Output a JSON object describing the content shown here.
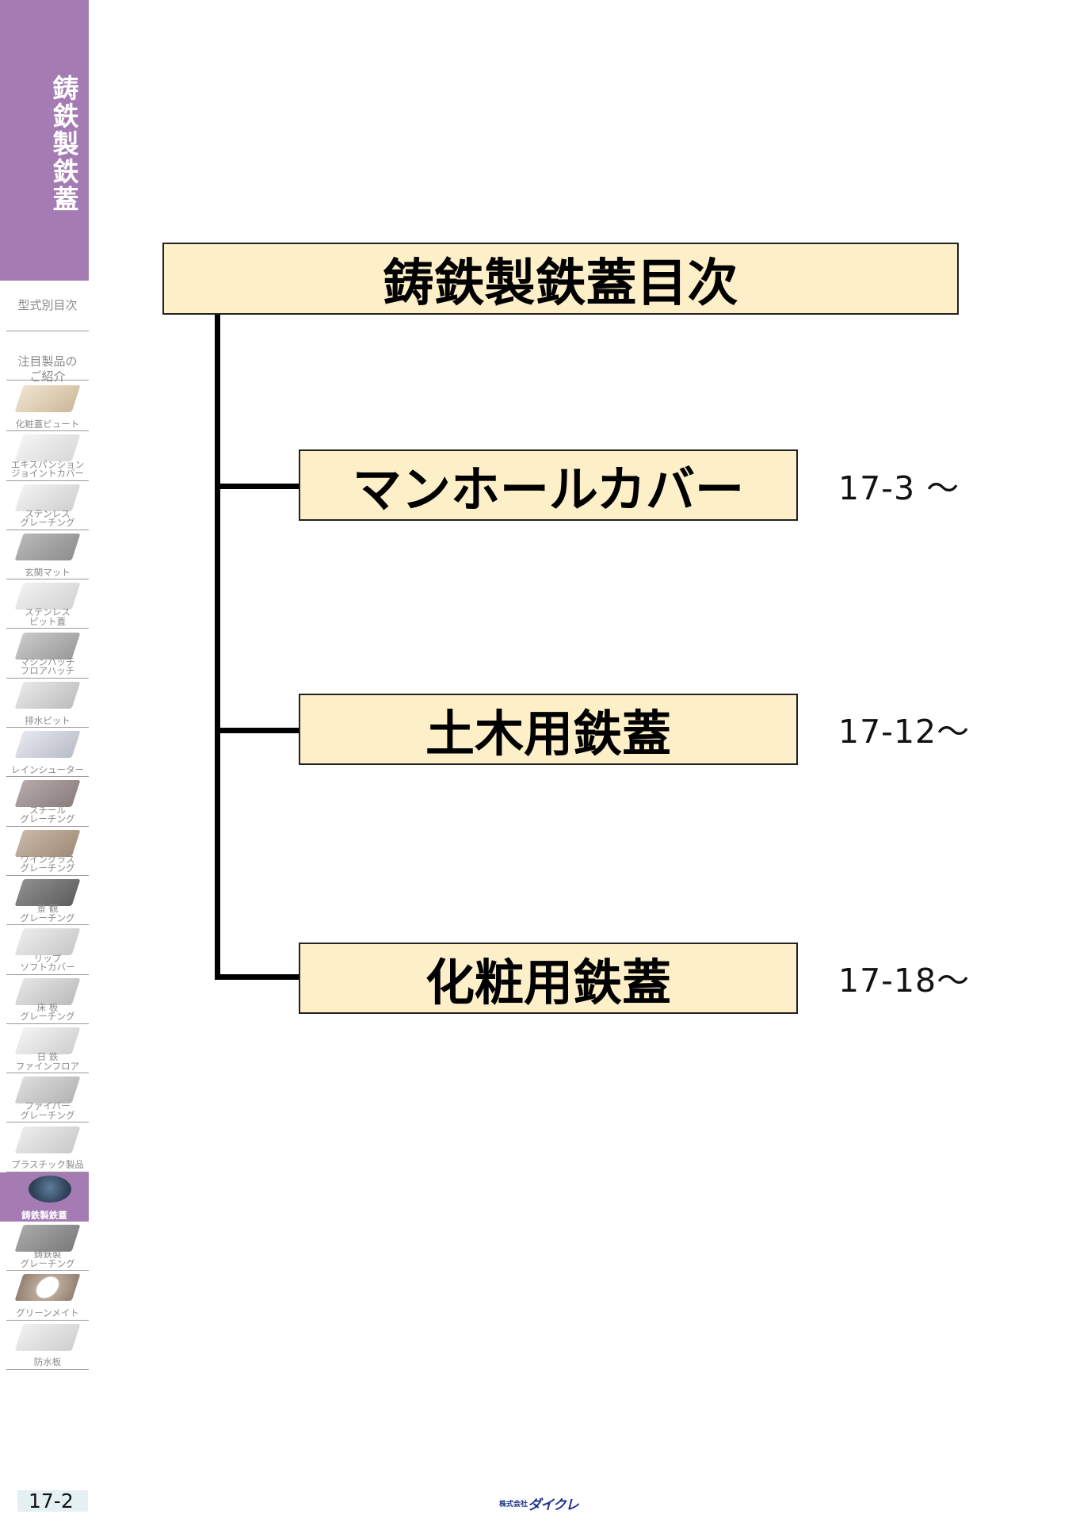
{
  "sidebar": {
    "section_title": "鋳鉄製鉄蓋",
    "menu": [
      {
        "label": "型式別目次"
      },
      {
        "label": "注目製品の\nご紹介"
      }
    ],
    "products": [
      {
        "label": "化粧蓋ビュート"
      },
      {
        "label": "エキスパンション\nジョイントカバー"
      },
      {
        "label": "ステンレス\nグレーチング"
      },
      {
        "label": "玄関マット"
      },
      {
        "label": "ステンレス\nピット蓋"
      },
      {
        "label": "マシンハッチ\nフロアハッチ"
      },
      {
        "label": "排水ピット"
      },
      {
        "label": "レインシューター"
      },
      {
        "label": "スチール\nグレーチング"
      },
      {
        "label": "ワイングラス\nグレーチング"
      },
      {
        "label": "景 観\nグレーチング"
      },
      {
        "label": "リップ\nソフトカバー"
      },
      {
        "label": "床 板\nグレーチング"
      },
      {
        "label": "日 鉄\nファインフロア"
      },
      {
        "label": "ファイバー\nグレーチング"
      },
      {
        "label": "プラスチック製品"
      },
      {
        "label": "鋳鉄製鉄蓋",
        "active": true
      },
      {
        "label": "鋳鉄製\nグレーチング"
      },
      {
        "label": "グリーンメイト"
      },
      {
        "label": "防水板"
      }
    ]
  },
  "toc": {
    "title": "鋳鉄製鉄蓋目次",
    "entries": [
      {
        "label": "マンホールカバー",
        "page": "17-3 ～"
      },
      {
        "label": "土木用鉄蓋",
        "page": "17-12～"
      },
      {
        "label": "化粧用鉄蓋",
        "page": "17-18～"
      }
    ]
  },
  "footer": {
    "page_number": "17-2",
    "company_prefix": "株式会社",
    "company_name": "ダイクレ"
  }
}
